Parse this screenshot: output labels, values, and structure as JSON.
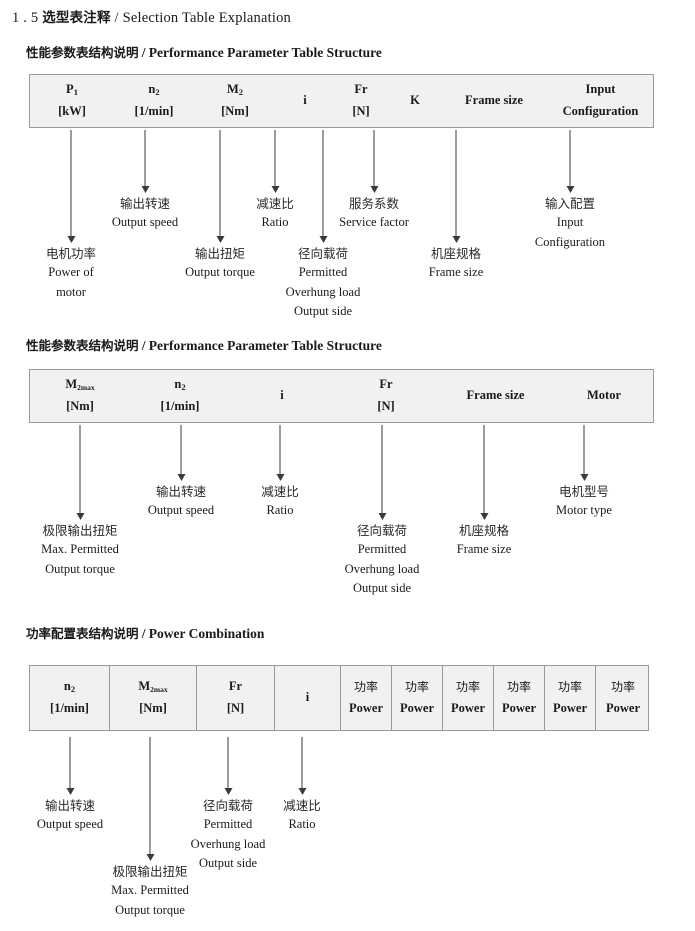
{
  "document": {
    "title_number": "1 . 5",
    "title_cn": "选型表注释",
    "title_sep": "/",
    "title_en": "Selection Table Explanation"
  },
  "sections": [
    {
      "id": "performance-1",
      "heading_cn": "性能参数表结构说明",
      "heading_sep": "/",
      "heading_en": "Performance Parameter Table Structure",
      "columns": [
        {
          "line1": "P",
          "sub1": "1",
          "line2": "[kW]"
        },
        {
          "line1": "n",
          "sub1": "2",
          "line2": "[1/min]"
        },
        {
          "line1": "M",
          "sub1": "2",
          "line2": "[Nm]"
        },
        {
          "line1": "i",
          "sub1": "",
          "line2": ""
        },
        {
          "line1": "Fr",
          "sub1": "",
          "line2": "[N]"
        },
        {
          "line1": "K",
          "sub1": "",
          "line2": ""
        },
        {
          "line1": "Frame size",
          "sub1": "",
          "line2": ""
        },
        {
          "line1": "Input",
          "sub1": "",
          "line2": "Configuration"
        }
      ],
      "annotations": [
        {
          "cn": "电机功率",
          "en": [
            "Power of",
            "motor"
          ]
        },
        {
          "cn": "输出转速",
          "en": [
            "Output speed"
          ]
        },
        {
          "cn": "输出扭矩",
          "en": [
            "Output torque"
          ]
        },
        {
          "cn": "减速比",
          "en": [
            "Ratio"
          ]
        },
        {
          "cn": "径向载荷",
          "en": [
            "Permitted",
            "Overhung load",
            "Output side"
          ]
        },
        {
          "cn": "服务系数",
          "en": [
            "Service factor"
          ]
        },
        {
          "cn": "机座规格",
          "en": [
            "Frame size"
          ]
        },
        {
          "cn": "输入配置",
          "en": [
            "Input",
            "Configuration"
          ]
        }
      ]
    },
    {
      "id": "performance-2",
      "heading_cn": "性能参数表结构说明",
      "heading_sep": "/",
      "heading_en": "Performance Parameter Table Structure",
      "columns": [
        {
          "line1": "M",
          "sub1": "2max",
          "line2": "[Nm]"
        },
        {
          "line1": "n",
          "sub1": "2",
          "line2": "[1/min]"
        },
        {
          "line1": "i",
          "sub1": "",
          "line2": ""
        },
        {
          "line1": "Fr",
          "sub1": "",
          "line2": "[N]"
        },
        {
          "line1": "Frame size",
          "sub1": "",
          "line2": ""
        },
        {
          "line1": "Motor",
          "sub1": "",
          "line2": ""
        }
      ],
      "annotations": [
        {
          "cn": "极限输出扭矩",
          "en": [
            "Max. Permitted",
            "Output  torque"
          ]
        },
        {
          "cn": "输出转速",
          "en": [
            "Output speed"
          ]
        },
        {
          "cn": "减速比",
          "en": [
            "Ratio"
          ]
        },
        {
          "cn": "径向载荷",
          "en": [
            "Permitted",
            "Overhung load",
            "Output side"
          ]
        },
        {
          "cn": "机座规格",
          "en": [
            "Frame size"
          ]
        },
        {
          "cn": "电机型号",
          "en": [
            "Motor type"
          ]
        }
      ]
    },
    {
      "id": "power-combination",
      "heading_cn": "功率配置表结构说明",
      "heading_sep": "/",
      "heading_en": "Power Combination",
      "columns": [
        {
          "line1": "n",
          "sub1": "2",
          "line2": "[1/min]"
        },
        {
          "line1": "M",
          "sub1": "2max",
          "line2": "[Nm]"
        },
        {
          "line1": "Fr",
          "sub1": "",
          "line2": "[N]"
        },
        {
          "line1": "i",
          "sub1": "",
          "line2": ""
        },
        {
          "cn_line": "功率",
          "line2": "Power"
        },
        {
          "cn_line": "功率",
          "line2": "Power"
        },
        {
          "cn_line": "功率",
          "line2": "Power"
        },
        {
          "cn_line": "功率",
          "line2": "Power"
        },
        {
          "cn_line": "功率",
          "line2": "Power"
        },
        {
          "cn_line": "功率",
          "line2": "Power"
        }
      ],
      "annotations": [
        {
          "cn": "输出转速",
          "en": [
            "Output speed"
          ]
        },
        {
          "cn": "极限输出扭矩",
          "en": [
            "Max. Permitted",
            "Output  torque"
          ]
        },
        {
          "cn": "径向载荷",
          "en": [
            "Permitted",
            "Overhung load",
            "Output side"
          ]
        },
        {
          "cn": "减速比",
          "en": [
            "Ratio"
          ]
        }
      ]
    }
  ],
  "colors": {
    "table_fill": "#f1f1f1",
    "table_border": "#9a9a9a",
    "arrow": "#3a3a3a",
    "text": "#1a1a1a",
    "page_bg": "#ffffff"
  }
}
